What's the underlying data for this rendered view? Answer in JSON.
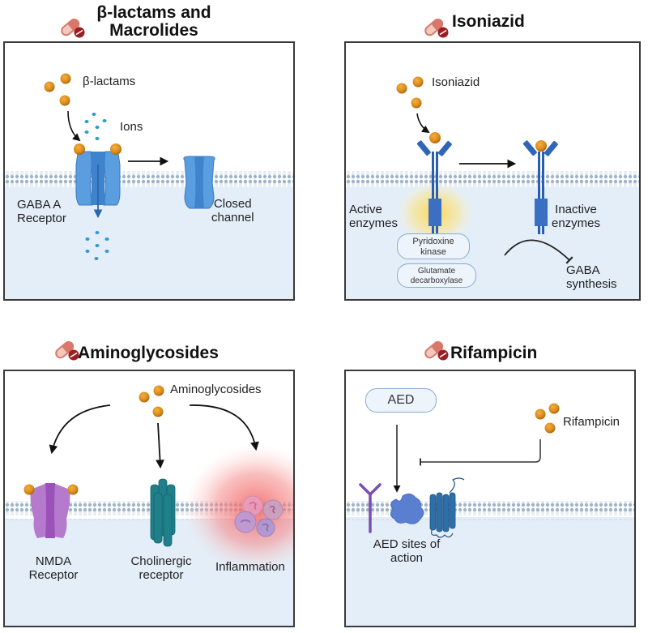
{
  "figure": {
    "panels": [
      {
        "id": "beta-lactams-macrolides",
        "title_line1": "β-lactams and",
        "title_line2": "Macrolides",
        "labels": {
          "drug": "β-lactams",
          "ions": "Ions",
          "receptor_line1": "GABA A",
          "receptor_line2": "Receptor",
          "closed_line1": "Closed",
          "closed_line2": "channel"
        }
      },
      {
        "id": "isoniazid",
        "title": "Isoniazid",
        "labels": {
          "drug": "Isoniazid",
          "active_line1": "Active",
          "active_line2": "enzymes",
          "inactive_line1": "Inactive",
          "inactive_line2": "enzymes",
          "pyridoxine_line1": "Pyridoxine",
          "pyridoxine_line2": "kinase",
          "glutamate_line1": "Glutamate",
          "glutamate_line2": "decarboxylase",
          "gaba_line1": "GABA",
          "gaba_line2": "synthesis"
        }
      },
      {
        "id": "aminoglycosides",
        "title": "Aminoglycosides",
        "labels": {
          "drug": "Aminoglycosides",
          "nmda_line1": "NMDA",
          "nmda_line2": "Receptor",
          "cholinergic_line1": "Cholinergic",
          "cholinergic_line2": "receptor",
          "inflammation": "Inflammation"
        }
      },
      {
        "id": "rifampicin",
        "title": "Rifampicin",
        "labels": {
          "aed": "AED",
          "drug": "Rifampicin",
          "sites_line1": "AED sites of",
          "sites_line2": "action"
        }
      }
    ],
    "icons": {
      "drug_class": "pill-capsule-icon",
      "drug_molecule": "drug-particles-icon"
    },
    "colors": {
      "drug_particle": "#d9891a",
      "channel_blue": "#4a8fd6",
      "enzyme_blue": "#2a5fb0",
      "nmda_purple": "#a55fc0",
      "cholinergic_teal": "#1e7f8a",
      "inflammation_red": "#f07070",
      "ion_dots": "#2a9bd4",
      "cytoplasm": "#e3eef8",
      "pill_pink": "#d9786a",
      "pill_dark_red": "#9a1e24"
    }
  }
}
